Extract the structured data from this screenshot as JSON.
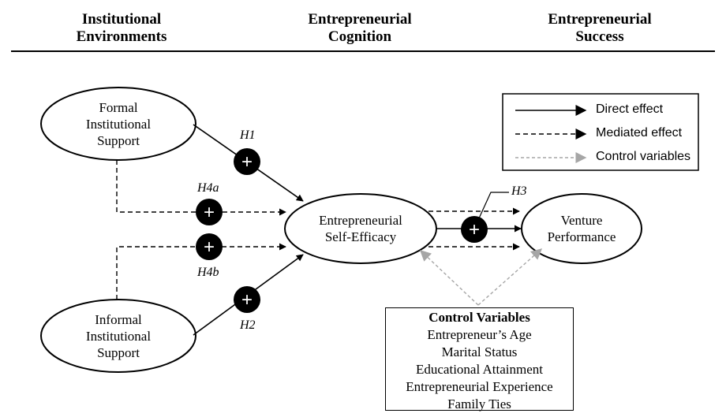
{
  "headers": [
    {
      "line1": "Institutional",
      "line2": "Environments"
    },
    {
      "line1": "Entrepreneurial",
      "line2": "Cognition"
    },
    {
      "line1": "Entrepreneurial",
      "line2": "Success"
    }
  ],
  "nodes": {
    "formal": [
      "Formal",
      "Institutional",
      "Support"
    ],
    "informal": [
      "Informal",
      "Institutional",
      "Support"
    ],
    "ese": [
      "Entrepreneurial",
      "Self-Efficacy"
    ],
    "venture": [
      "Venture",
      "Performance"
    ]
  },
  "hypotheses": {
    "h1": "H1",
    "h2": "H2",
    "h3": "H3",
    "h4a": "H4a",
    "h4b": "H4b",
    "sign": "+"
  },
  "legend": {
    "direct": "Direct effect",
    "mediated": "Mediated effect",
    "control": "Control variables"
  },
  "controls": {
    "title": "Control Variables",
    "items": [
      "Entrepreneur’s Age",
      "Marital Status",
      "Educational Attainment",
      "Entrepreneurial Experience",
      "Family Ties"
    ]
  },
  "colors": {
    "line": "#000000",
    "control_arrow": "#a6a6a6",
    "circle": "#000000"
  }
}
